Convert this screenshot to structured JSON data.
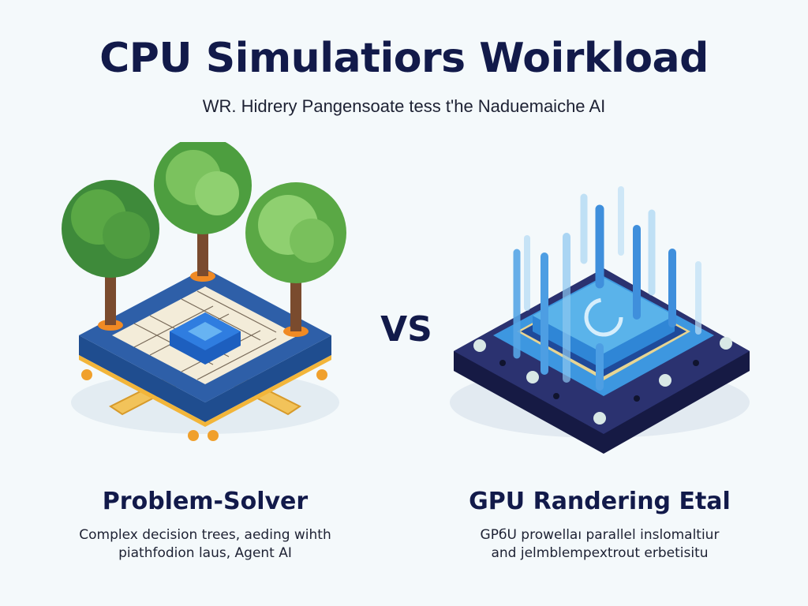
{
  "header": {
    "title": "CPU Simulatiors Woirkload",
    "subtitle": "WR. Hidrery Pangensoate tess t'he Naduemaiche AI"
  },
  "comparison": {
    "vs_label": "VS",
    "left": {
      "title": "Problem-Solver",
      "description_line1": "Complex decision trees, aeding wihth",
      "description_line2": "piathfodion laus, Agent AI",
      "illustration": "cpu-chip-with-trees-icon"
    },
    "right": {
      "title": "GPU Randering Etal",
      "description_line1": "GPбU prowellaı parallel inslomaltiur",
      "description_line2": "and jelmblempextrout erbetisitu",
      "illustration": "gpu-chip-with-data-beams-icon"
    }
  },
  "colors": {
    "background": "#f4f9fb",
    "title_navy": "#121a4a",
    "tree_green": "#5aa845",
    "trunk_brown": "#7a4b2e",
    "board_blue": "#2e5fa8",
    "pad_cream": "#f3ecd9",
    "chip_blue": "#2f7de0",
    "gpu_base": "#1e2456",
    "gpu_light": "#5ab3ea",
    "accent_orange": "#f08a24"
  }
}
